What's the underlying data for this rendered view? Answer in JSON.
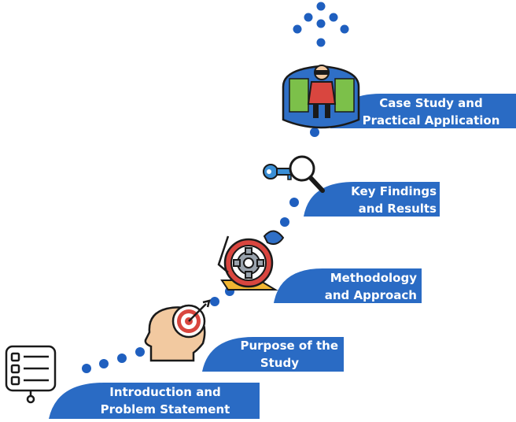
{
  "colors": {
    "accent": "#2f6fc6",
    "panel": "#2a6bc4",
    "dot": "#1f5fbf",
    "text": "#ffffff"
  },
  "steps": [
    {
      "line1": "Introduction and",
      "line2": "Problem Statement",
      "icon": "checklist-icon"
    },
    {
      "line1": "Purpose of the",
      "line2": "Study",
      "icon": "head-target-icon"
    },
    {
      "line1": "Methodology",
      "line2": "and Approach",
      "icon": "gear-cycle-icon"
    },
    {
      "line1": "Key Findings",
      "line2": "and Results",
      "icon": "key-magnifier-icon"
    },
    {
      "line1": "Case Study and",
      "line2": "Practical Application",
      "icon": "person-vr-icon"
    }
  ]
}
